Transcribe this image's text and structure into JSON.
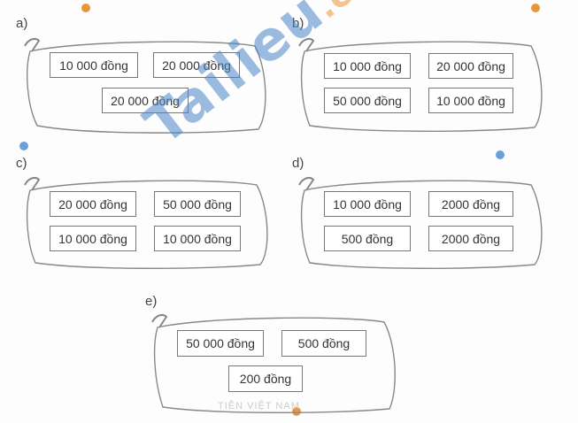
{
  "wallets": [
    {
      "label": "a)",
      "notes": [
        "10 000 đồng",
        "20 000 đồng",
        "20 000 đồng"
      ]
    },
    {
      "label": "b)",
      "notes": [
        "10 000 đồng",
        "20 000 đồng",
        "50 000 đồng",
        "10 000 đồng"
      ]
    },
    {
      "label": "c)",
      "notes": [
        "20 000 đồng",
        "50 000 đồng",
        "10 000 đồng",
        "10 000 đồng"
      ]
    },
    {
      "label": "d)",
      "notes": [
        "10 000 đồng",
        "2000 đồng",
        "500 đồng",
        "2000 đồng"
      ]
    },
    {
      "label": "e)",
      "notes": [
        "50 000 đồng",
        "500 đồng",
        "200 đồng"
      ]
    }
  ],
  "ghost_text": [
    "TIỀN VIỆT NAM"
  ],
  "watermark": {
    "main": "Tailieu",
    "suffix": ".com"
  },
  "colors": {
    "watermark_blue": "#4a86c8",
    "watermark_orange": "#e8963a",
    "outline": "#888888"
  }
}
